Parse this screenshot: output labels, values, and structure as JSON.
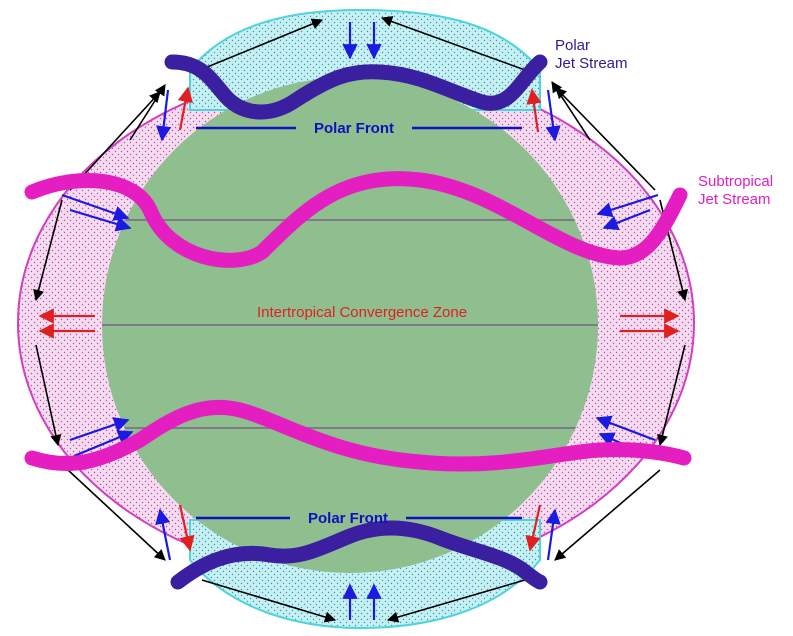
{
  "labels": {
    "polar_jet_line1": "Polar",
    "polar_jet_line2": "Jet Stream",
    "subtropical_jet_line1": "Subtropical",
    "subtropical_jet_line2": "Jet Stream",
    "polar_front_north": "Polar Front",
    "polar_front_south": "Polar Front",
    "itcz": "Intertropical Convergence Zone"
  },
  "colors": {
    "globe": "#8fbe8f",
    "polar_cap": "#c8f0f4",
    "polar_cap_edge": "#4fd4dc",
    "mid_lat_band": "#f6dcf0",
    "mid_lat_edge": "#d040c0",
    "polar_jet": "#3a1fa0",
    "subtropical_jet": "#e41ec0",
    "front_line": "#1010c0",
    "latitude_line": "#7f7a8a",
    "rising_arrow": "#e02020",
    "surface_arrow": "#1a1ae0",
    "cell_arrow": "#000000"
  }
}
